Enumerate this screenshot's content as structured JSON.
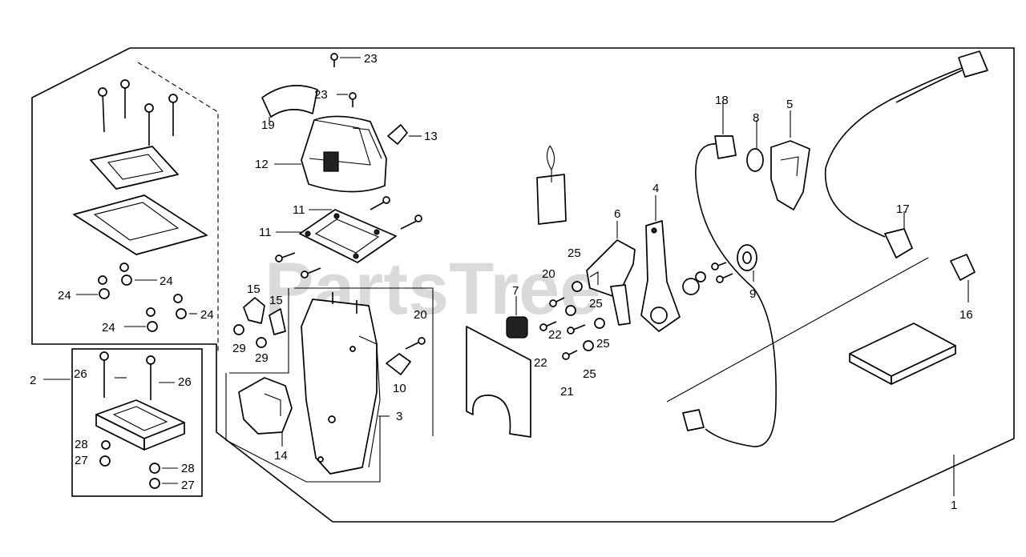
{
  "watermark": "PartsTree",
  "callouts": {
    "c1": "1",
    "c2": "2",
    "c3": "3",
    "c4": "4",
    "c5": "5",
    "c6": "6",
    "c7": "7",
    "c8": "8",
    "c9": "9",
    "c10": "10",
    "c11a": "11",
    "c11b": "11",
    "c12": "12",
    "c13": "13",
    "c14": "14",
    "c15a": "15",
    "c15b": "15",
    "c16": "16",
    "c17": "17",
    "c18": "18",
    "c19": "19",
    "c20a": "20",
    "c20b": "20",
    "c21": "21",
    "c22a": "22",
    "c22b": "22",
    "c23a": "23",
    "c23b": "23",
    "c24a": "24",
    "c24b": "24",
    "c24c": "24",
    "c24d": "24",
    "c25a": "25",
    "c25b": "25",
    "c25c": "25",
    "c25d": "25",
    "c26a": "26",
    "c26b": "26",
    "c27a": "27",
    "c27b": "27",
    "c28a": "28",
    "c28b": "28",
    "c29a": "29",
    "c29b": "29"
  }
}
